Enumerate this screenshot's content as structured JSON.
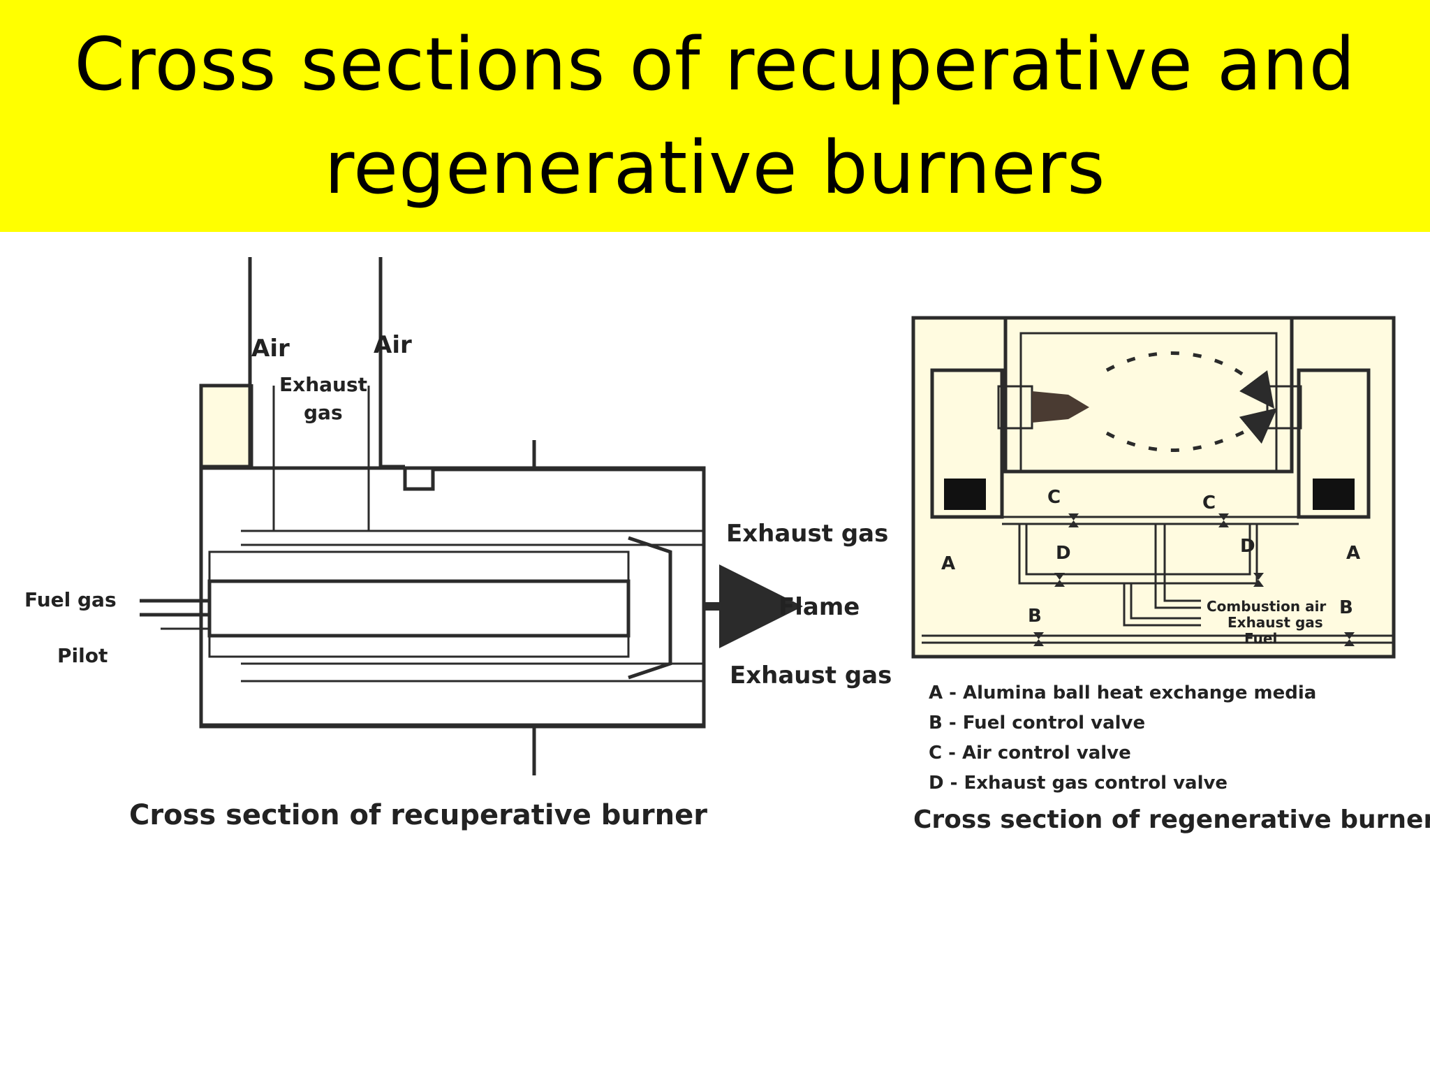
{
  "title": {
    "line1": "Cross sections of recuperative and",
    "line2": "regenerative burners"
  },
  "recuperative": {
    "labels": {
      "air_left": "Air",
      "air_right": "Air",
      "exhaust_top_1": "Exhaust",
      "exhaust_top_2": "gas",
      "exhaust_gas_upper": "Exhaust gas",
      "flame": "Flame",
      "exhaust_gas_lower": "Exhaust gas",
      "fuel_gas": "Fuel gas",
      "pilot": "Pilot"
    },
    "caption": "Cross section of recuperative burner"
  },
  "regenerative": {
    "labels": {
      "a_left": "A",
      "a_right": "A",
      "b_left": "B",
      "b_right": "B",
      "c_left": "C",
      "c_right": "C",
      "d_left": "D",
      "d_right": "D",
      "combustion_air": "Combustion air",
      "exhaust_gas": "Exhaust gas",
      "fuel": "Fuel"
    },
    "legend": [
      "A - Alumina ball heat exchange media",
      "B - Fuel control valve",
      "C - Air control valve",
      "D - Exhaust gas control valve"
    ],
    "caption": "Cross section of regenerative burner"
  },
  "colors": {
    "title_bg": "#ffff00",
    "line": "#2b2b2b",
    "fill": "#fffbe0"
  }
}
